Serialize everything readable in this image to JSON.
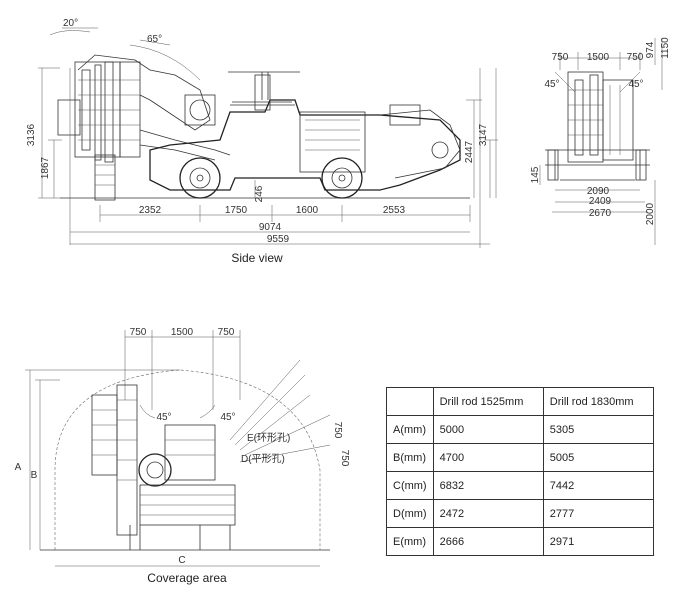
{
  "side_view": {
    "caption": "Side view",
    "angles": [
      "20°",
      "65°"
    ],
    "heights": [
      "3136",
      "1867",
      "246",
      "3147",
      "2447"
    ],
    "segments": [
      "2352",
      "1750",
      "1600",
      "2553"
    ],
    "overall": [
      "9074",
      "9559"
    ]
  },
  "front_view": {
    "widths_top": [
      "750",
      "1500",
      "750"
    ],
    "angles": [
      "45°",
      "45°"
    ],
    "heights_right": [
      "974",
      "1150",
      "2000"
    ],
    "left_small": "145",
    "widths_bottom": [
      "2090",
      "2409",
      "2670"
    ]
  },
  "coverage": {
    "caption": "Coverage area",
    "widths_top": [
      "750",
      "1500",
      "750"
    ],
    "angles": [
      "45°",
      "45°"
    ],
    "label_a": "A",
    "label_b": "B",
    "label_c": "C",
    "label_e": "E(环形孔)",
    "label_d": "D(平形孔)",
    "side_dims": [
      "750",
      "750"
    ]
  },
  "spec_table": {
    "headers": [
      "",
      "Drill rod 1525mm",
      "Drill rod 1830mm"
    ],
    "rows": [
      [
        "A(mm)",
        "5000",
        "5305"
      ],
      [
        "B(mm)",
        "4700",
        "5005"
      ],
      [
        "C(mm)",
        "6832",
        "7442"
      ],
      [
        "D(mm)",
        "2472",
        "2777"
      ],
      [
        "E(mm)",
        "2666",
        "2971"
      ]
    ]
  }
}
